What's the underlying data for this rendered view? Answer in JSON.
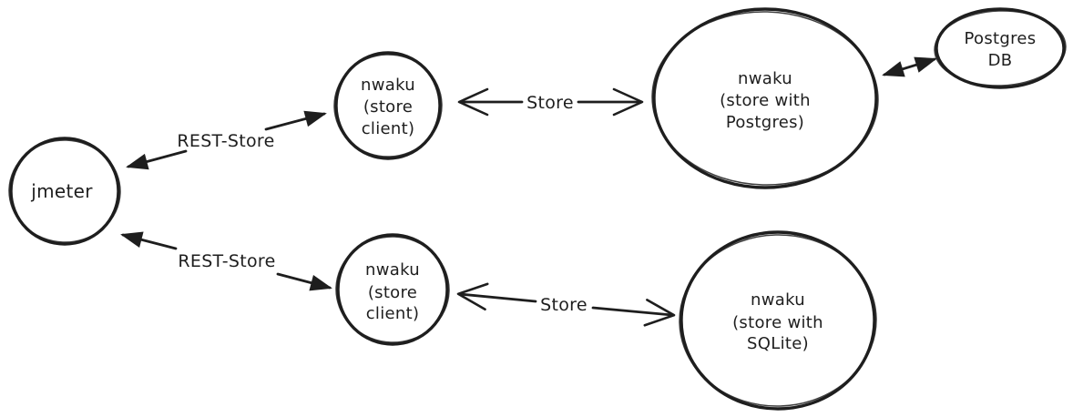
{
  "app": {
    "type": "hand-drawn architecture diagram",
    "background_color": "#ffffff",
    "ink_color": "#1e1e1e"
  },
  "nodes": {
    "jmeter": {
      "lines": [
        "jmeter"
      ]
    },
    "client_top": {
      "lines": [
        "nwaku",
        "(store",
        "client)"
      ]
    },
    "client_bottom": {
      "lines": [
        "nwaku",
        "(store",
        "client)"
      ]
    },
    "postgres_node": {
      "lines": [
        "nwaku",
        "(store with",
        "Postgres)"
      ]
    },
    "sqlite_node": {
      "lines": [
        "nwaku",
        "(store with",
        "SQLite)"
      ]
    },
    "postgres_db": {
      "lines": [
        "Postgres",
        "DB"
      ]
    }
  },
  "edges": {
    "rest_top": {
      "label": "REST-Store",
      "arrowheads": "filled-both-ends"
    },
    "rest_bottom": {
      "label": "REST-Store",
      "arrowheads": "filled-both-ends"
    },
    "store_top": {
      "label": "Store",
      "arrowheads": "open-chevron-both-ends"
    },
    "store_bottom": {
      "label": "Store",
      "arrowheads": "open-chevron-both-ends"
    },
    "db_link": {
      "label": "",
      "arrowheads": "filled-both-ends"
    }
  }
}
